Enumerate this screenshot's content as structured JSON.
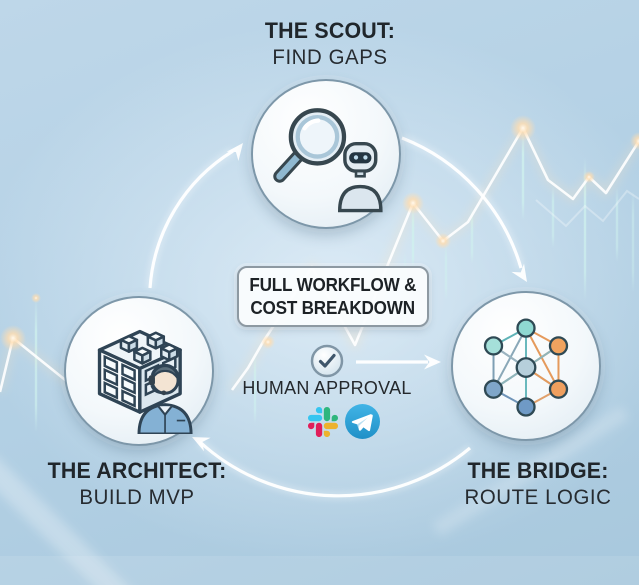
{
  "diagram": {
    "scout": {
      "title": "THE SCOUT:",
      "subtitle": "FIND GAPS"
    },
    "architect": {
      "title": "THE ARCHITECT:",
      "subtitle": "BUILD MVP"
    },
    "bridge": {
      "title": "THE BRIDGE:",
      "subtitle": "ROUTE LOGIC"
    },
    "center_box": {
      "line1": "FULL WORKFLOW &",
      "line2": "COST BREAKDOWN"
    },
    "approval": {
      "label": "HUMAN APPROVAL"
    },
    "icons": {
      "scout": "magnifying-glass-robot",
      "architect": "building-blocks-support-person",
      "bridge": "network-graph",
      "approval_check": "checkmark",
      "platforms": [
        "slack",
        "telegram"
      ]
    },
    "flow_arrows": [
      "architect-to-scout",
      "scout-to-bridge",
      "bridge-to-architect",
      "approval-to-bridge"
    ]
  },
  "colors": {
    "background": "#b5d1e5",
    "circle_fill": "#f3f8fb",
    "circle_border": "#7d97a9",
    "text": "#20262b",
    "arrow": "#ffffff",
    "chart_line": "#ffffff",
    "chart_glow": "#ffd9ae",
    "accent_vertical": "#cdf1ed",
    "network_teal": "#8fd9d2",
    "network_orange": "#f0a35f",
    "network_blue": "#6f9ac6",
    "slack_blue": "#36C5F0",
    "slack_green": "#2EB67D",
    "slack_yellow": "#ECB22E",
    "slack_red": "#E01E5A",
    "telegram_blue": "#34ace3"
  }
}
